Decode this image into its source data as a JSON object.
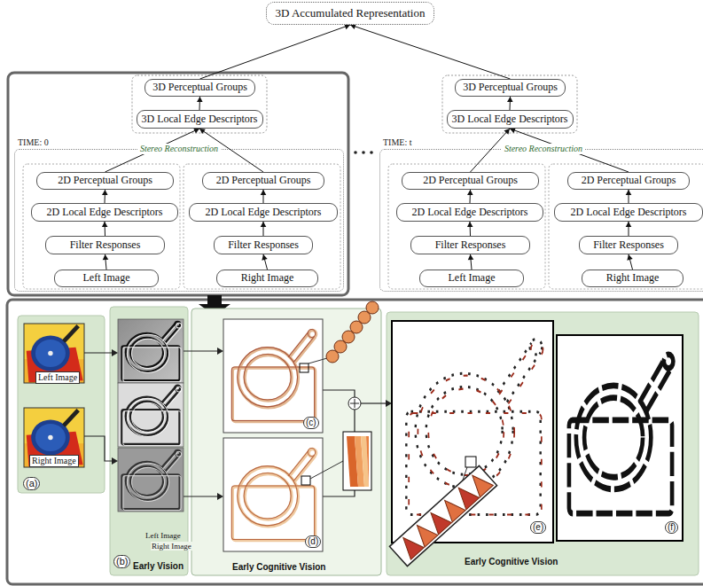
{
  "diagram": {
    "nodes": [
      {
        "text": [
          "3D Accumulated Representation"
        ]
      },
      {
        "text": [
          "3D Perceptual Groups"
        ]
      },
      {
        "text": [
          "3D Local Edge Descriptors"
        ]
      },
      {
        "text": [
          "TIME: 0",
          "Stereo Reconstruction"
        ]
      },
      {
        "text": [
          "2D Perceptual Groups"
        ],
        "in": 3
      },
      {
        "text": [
          "2D Local Edge Descriptors"
        ],
        "in": 3
      },
      {
        "text": [
          "Filter Responses"
        ],
        "in": 3
      },
      {
        "text": [
          "Left Image"
        ],
        "in": 3
      },
      {
        "text": [
          "2D Perceptual Groups"
        ],
        "in": 3
      },
      {
        "text": [
          "2D Local Edge Descriptors"
        ],
        "in": 3
      },
      {
        "text": [
          "Filter Responses"
        ],
        "in": 3
      },
      {
        "text": [
          "Right Image"
        ],
        "in": 3
      },
      {
        "text": [
          "3D Perceptual Groups"
        ]
      },
      {
        "text": [
          "3D Local Edge Descriptors"
        ]
      },
      {
        "text": [
          "TIME: t",
          "Stereo Reconstruction"
        ]
      },
      {
        "text": [
          "2D Perceptual Groups"
        ],
        "in": 14
      },
      {
        "text": [
          "2D Local Edge Descriptors"
        ],
        "in": 14
      },
      {
        "text": [
          "Filter Responses"
        ],
        "in": 14
      },
      {
        "text": [
          "Left Image"
        ],
        "in": 14
      },
      {
        "text": [
          "2D Perceptual Groups"
        ],
        "in": 14
      },
      {
        "text": [
          "2D Local Edge Descriptors"
        ],
        "in": 14
      },
      {
        "text": [
          "Filter Responses"
        ],
        "in": 14
      },
      {
        "text": [
          "Right Image"
        ],
        "in": 14
      }
    ],
    "edges": [
      {
        "from": 1,
        "to": 0,
        "arrow": "to"
      },
      {
        "from": 12,
        "to": 0,
        "arrow": "to"
      },
      {
        "from": 2,
        "to": 1,
        "arrow": "to"
      },
      {
        "from": 13,
        "to": 12,
        "arrow": "to"
      },
      {
        "from": 4,
        "to": 2,
        "arrow": "to"
      },
      {
        "from": 8,
        "to": 2,
        "arrow": "to"
      },
      {
        "from": 5,
        "to": 4,
        "arrow": "to"
      },
      {
        "from": 6,
        "to": 5,
        "arrow": "to"
      },
      {
        "from": 7,
        "to": 6,
        "arrow": "to"
      },
      {
        "from": 9,
        "to": 8,
        "arrow": "to"
      },
      {
        "from": 10,
        "to": 9,
        "arrow": "to"
      },
      {
        "from": 11,
        "to": 10,
        "arrow": "to"
      },
      {
        "from": 15,
        "to": 13,
        "arrow": "to"
      },
      {
        "from": 19,
        "to": 13,
        "arrow": "to"
      },
      {
        "from": 16,
        "to": 15,
        "arrow": "to"
      },
      {
        "from": 17,
        "to": 16,
        "arrow": "to"
      },
      {
        "from": 18,
        "to": 17,
        "arrow": "to"
      },
      {
        "from": 20,
        "to": 19,
        "arrow": "to"
      },
      {
        "from": 21,
        "to": 20,
        "arrow": "to"
      },
      {
        "from": 22,
        "to": 21,
        "arrow": "to"
      }
    ],
    "labels": [
      "Left Image",
      "Right Image",
      "(a)",
      "(b)",
      "Early Vision",
      "Left Image",
      "Right Image",
      "(c)",
      "(d)",
      "Early Cognitive Vision",
      "(e)",
      "(f)",
      "Early Cognitive Vision"
    ]
  }
}
